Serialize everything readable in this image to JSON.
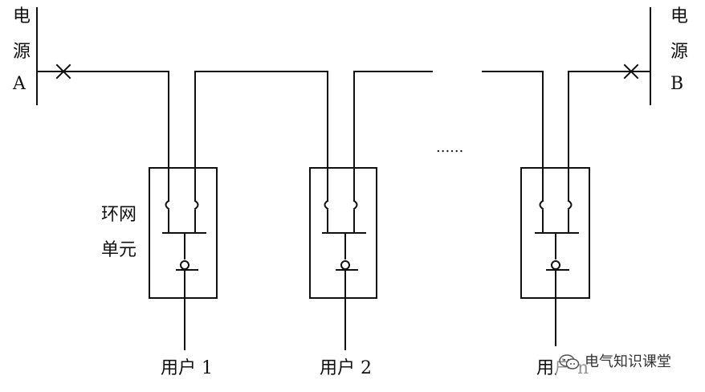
{
  "source_a": {
    "chars": [
      "电",
      "源"
    ],
    "letter": "A"
  },
  "source_b": {
    "chars": [
      "电",
      "源"
    ],
    "letter": "B"
  },
  "ring_unit_label": {
    "line1": "环网",
    "line2": "单元"
  },
  "ellipsis": "......",
  "users": [
    {
      "label": "用户 1"
    },
    {
      "label": "用户 2"
    },
    {
      "label": "用户 n"
    }
  ],
  "watermark": {
    "text": "电气知识课堂"
  }
}
